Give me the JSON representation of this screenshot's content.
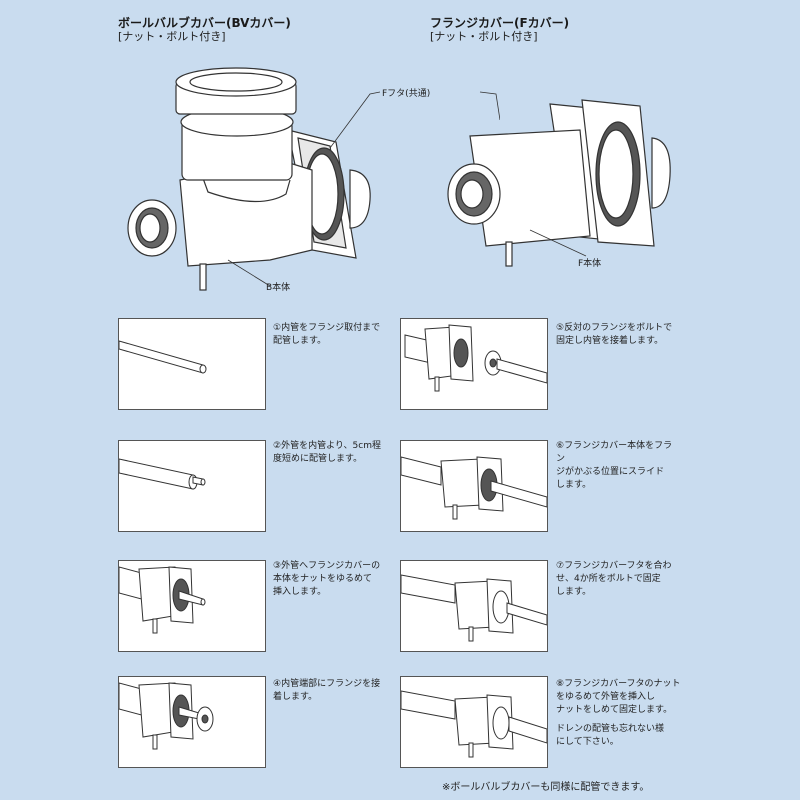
{
  "header_left": {
    "title": "ボールバルブカバー(BVカバー)",
    "subtitle": "[ナット・ボルト付き]"
  },
  "header_right": {
    "title": "フランジカバー(Fカバー)",
    "subtitle": "[ナット・ボルト付き]"
  },
  "callouts": {
    "lid": "Fフタ(共通)",
    "b_body": "B本体",
    "f_body": "F本体"
  },
  "steps": [
    {
      "id": "1",
      "lines": [
        "①内管をフランジ取付まで",
        "配管します。"
      ]
    },
    {
      "id": "2",
      "lines": [
        "②外管を内管より、5cm程",
        "度短めに配管します。"
      ]
    },
    {
      "id": "3",
      "lines": [
        "③外管へフランジカバーの",
        "本体をナットをゆるめて",
        "挿入します。"
      ]
    },
    {
      "id": "4",
      "lines": [
        "④内管端部にフランジを接",
        "着します。"
      ]
    },
    {
      "id": "5",
      "lines": [
        "⑤反対のフランジをボルトで",
        "固定し内管を接着します。"
      ]
    },
    {
      "id": "6",
      "lines": [
        "⑥フランジカバー本体をフラン",
        "ジがかぶる位置にスライド",
        "します。"
      ]
    },
    {
      "id": "7",
      "lines": [
        "⑦フランジカバーフタを合わ",
        "せ、4か所をボルトで固定",
        "します。"
      ]
    },
    {
      "id": "8",
      "lines": [
        "⑧フランジカバーフタのナット",
        "をゆるめて外管を挿入し",
        "ナットをしめて固定します。",
        "",
        "ドレンの配管も忘れない様",
        "にして下さい。"
      ]
    }
  ],
  "footer": "※ボールバルブカバーも同様に配管できます。"
}
